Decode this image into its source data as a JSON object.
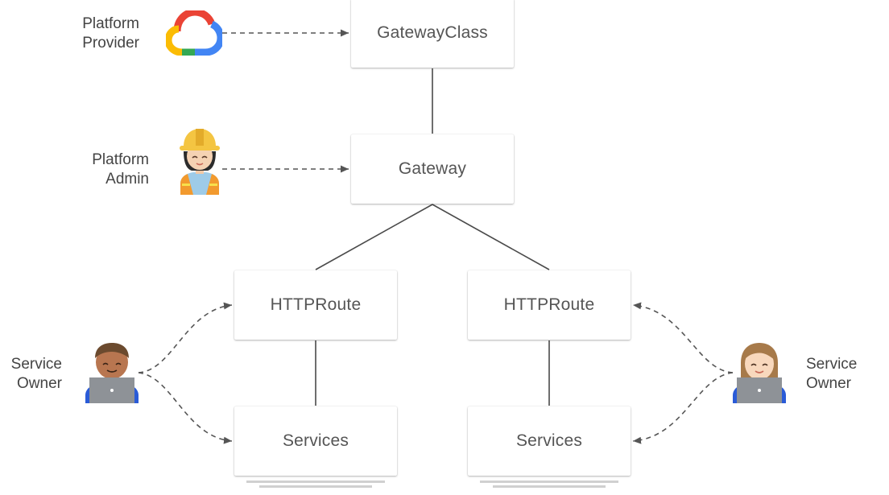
{
  "resources": {
    "gateway_class": "GatewayClass",
    "gateway": "Gateway",
    "httproute_left": "HTTPRoute",
    "httproute_right": "HTTPRoute",
    "services_left": "Services",
    "services_right": "Services"
  },
  "roles": {
    "platform_provider": [
      "Platform",
      "Provider"
    ],
    "platform_admin": [
      "Platform",
      "Admin"
    ],
    "service_owner_left": [
      "Service",
      "Owner"
    ],
    "service_owner_right": [
      "Service",
      "Owner"
    ]
  },
  "icons": {
    "cloud": "google-cloud-icon",
    "admin": "construction-worker-icon",
    "owner_left": "developer-laptop-icon",
    "owner_right": "developer-laptop-icon"
  },
  "colors": {
    "line": "#4a4a4a",
    "dashed": "#555555",
    "cloud_red": "#EA4335",
    "cloud_blue": "#4285F4",
    "cloud_yellow": "#FBBC04",
    "cloud_green": "#34A853"
  }
}
